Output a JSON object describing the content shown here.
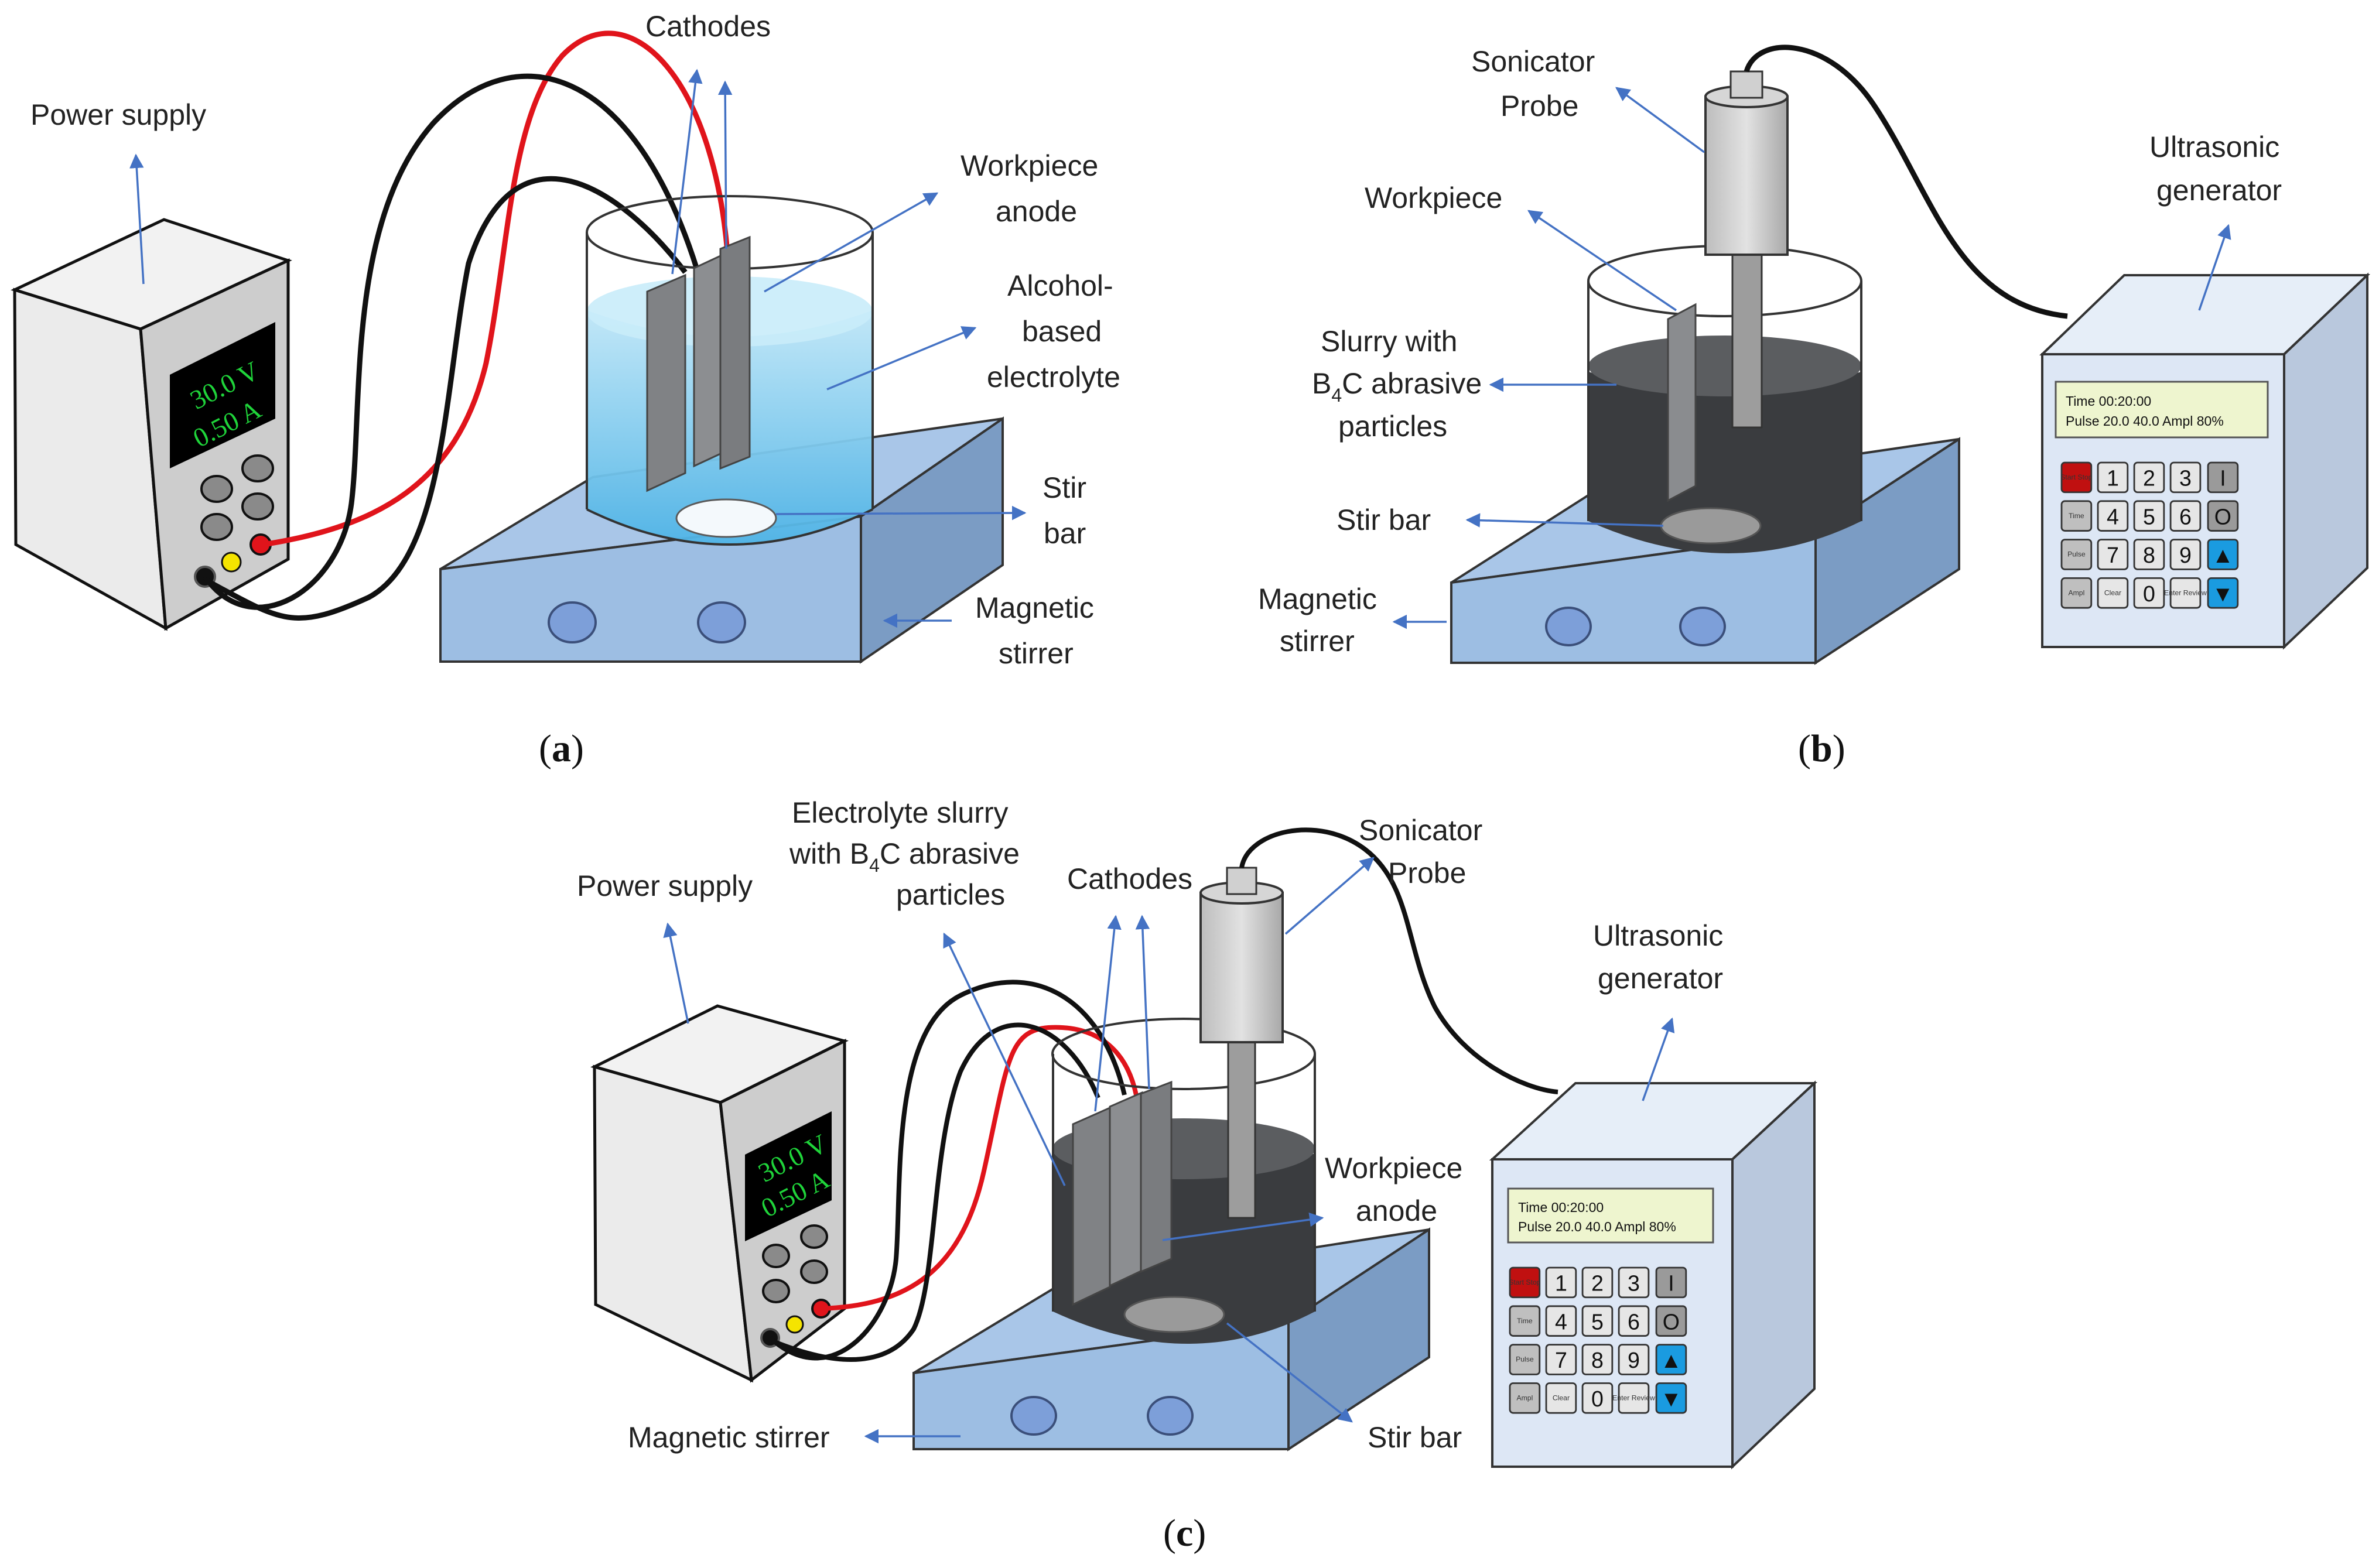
{
  "panel_a": {
    "caption": "a",
    "power_supply": {
      "label": "Power supply",
      "voltage": "30.0 V",
      "current": "0.50 A"
    },
    "cathodes": "Cathodes",
    "workpiece_anode": [
      "Workpiece",
      "anode"
    ],
    "electrolyte": [
      "Alcohol-",
      "based",
      "electrolyte"
    ],
    "stir_bar": [
      "Stir",
      "bar"
    ],
    "magnetic_stirrer": [
      "Magnetic",
      "stirrer"
    ]
  },
  "panel_b": {
    "caption": "b",
    "sonicator_probe": [
      "Sonicator",
      "Probe"
    ],
    "workpiece": "Workpiece",
    "slurry": {
      "line1": "Slurry with",
      "line2_pre": "B",
      "line2_sub": "4",
      "line2_post": "C abrasive",
      "line3": "particles"
    },
    "stir_bar": "Stir bar",
    "magnetic_stirrer": [
      "Magnetic",
      "stirrer"
    ],
    "ultrasonic_generator": [
      "Ultrasonic",
      "generator"
    ]
  },
  "panel_c": {
    "caption": "c",
    "power_supply": {
      "label": "Power supply",
      "voltage": "30.0 V",
      "current": "0.50 A"
    },
    "electrolyte_slurry": {
      "line1": "Electrolyte slurry",
      "line2_pre": "with B",
      "line2_sub": "4",
      "line2_post": "C abrasive",
      "line3": "particles"
    },
    "cathodes": "Cathodes",
    "sonicator_probe": [
      "Sonicator",
      "Probe"
    ],
    "ultrasonic_generator": [
      "Ultrasonic",
      "generator"
    ],
    "workpiece_anode": [
      "Workpiece",
      "anode"
    ],
    "magnetic_stirrer": "Magnetic stirrer",
    "stir_bar": "Stir bar"
  },
  "generator_display": {
    "line1": "Time 00:20:00",
    "line2": "Pulse 20.0 40.0 Ampl 80%"
  },
  "keypad": {
    "side_keys": [
      "Start Stop",
      "Time",
      "Pulse",
      "Ampl"
    ],
    "digits": [
      "1",
      "2",
      "3",
      "4",
      "5",
      "6",
      "7",
      "8",
      "9"
    ],
    "clear": "Clear",
    "zero": "0",
    "enter": "Enter Review",
    "right_keys": [
      "I",
      "O",
      "▲",
      "▼"
    ]
  },
  "colors": {
    "arrow": "#4472c4",
    "wire_red": "#e0141b",
    "wire_black": "#111111",
    "stirrer_top": "#a9c6e8",
    "stirrer_front": "#9dbee3",
    "stirrer_side": "#7b9cc4",
    "electrolyte": "#6ec6ec",
    "slurry": "#3a3c3f",
    "generator_front": "#dde7f5",
    "generator_side": "#b9c8dd",
    "lcd_green": "#1fd43a",
    "key_red": "#c01010",
    "key_blue": "#1a9be0"
  }
}
